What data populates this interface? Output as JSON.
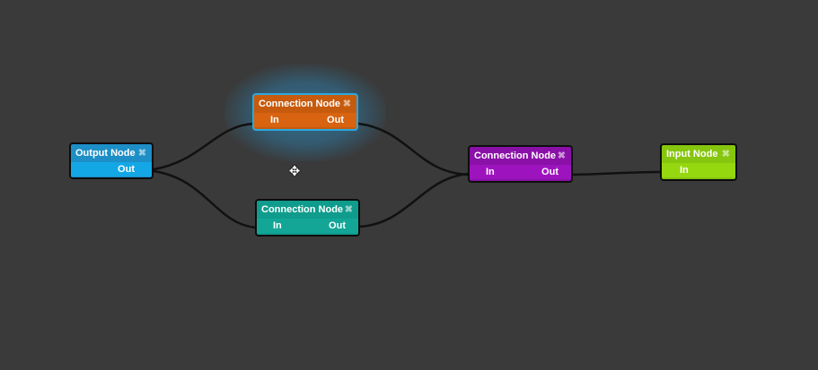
{
  "nodes": {
    "output": {
      "title": "Output Node",
      "close": "✖",
      "out": "Out",
      "color": "#1d8fc6"
    },
    "conn_a": {
      "title": "Connection Node",
      "close": "✖",
      "in": "In",
      "out": "Out",
      "color": "#c75b0d",
      "selected": true
    },
    "conn_b": {
      "title": "Connection Node",
      "close": "✖",
      "in": "In",
      "out": "Out",
      "color": "#0f9c8d"
    },
    "conn_c": {
      "title": "Connection Node",
      "close": "✖",
      "in": "In",
      "out": "Out",
      "color": "#8a10a8"
    },
    "input": {
      "title": "Input Node",
      "close": "✖",
      "in": "In",
      "color": "#86c60e"
    }
  },
  "cursor": {
    "icon": "move-cursor-icon",
    "glyph": "✥"
  },
  "colors": {
    "background": "#3a3a3a",
    "wire": "#111111",
    "selection_glow": "#2896d2"
  }
}
